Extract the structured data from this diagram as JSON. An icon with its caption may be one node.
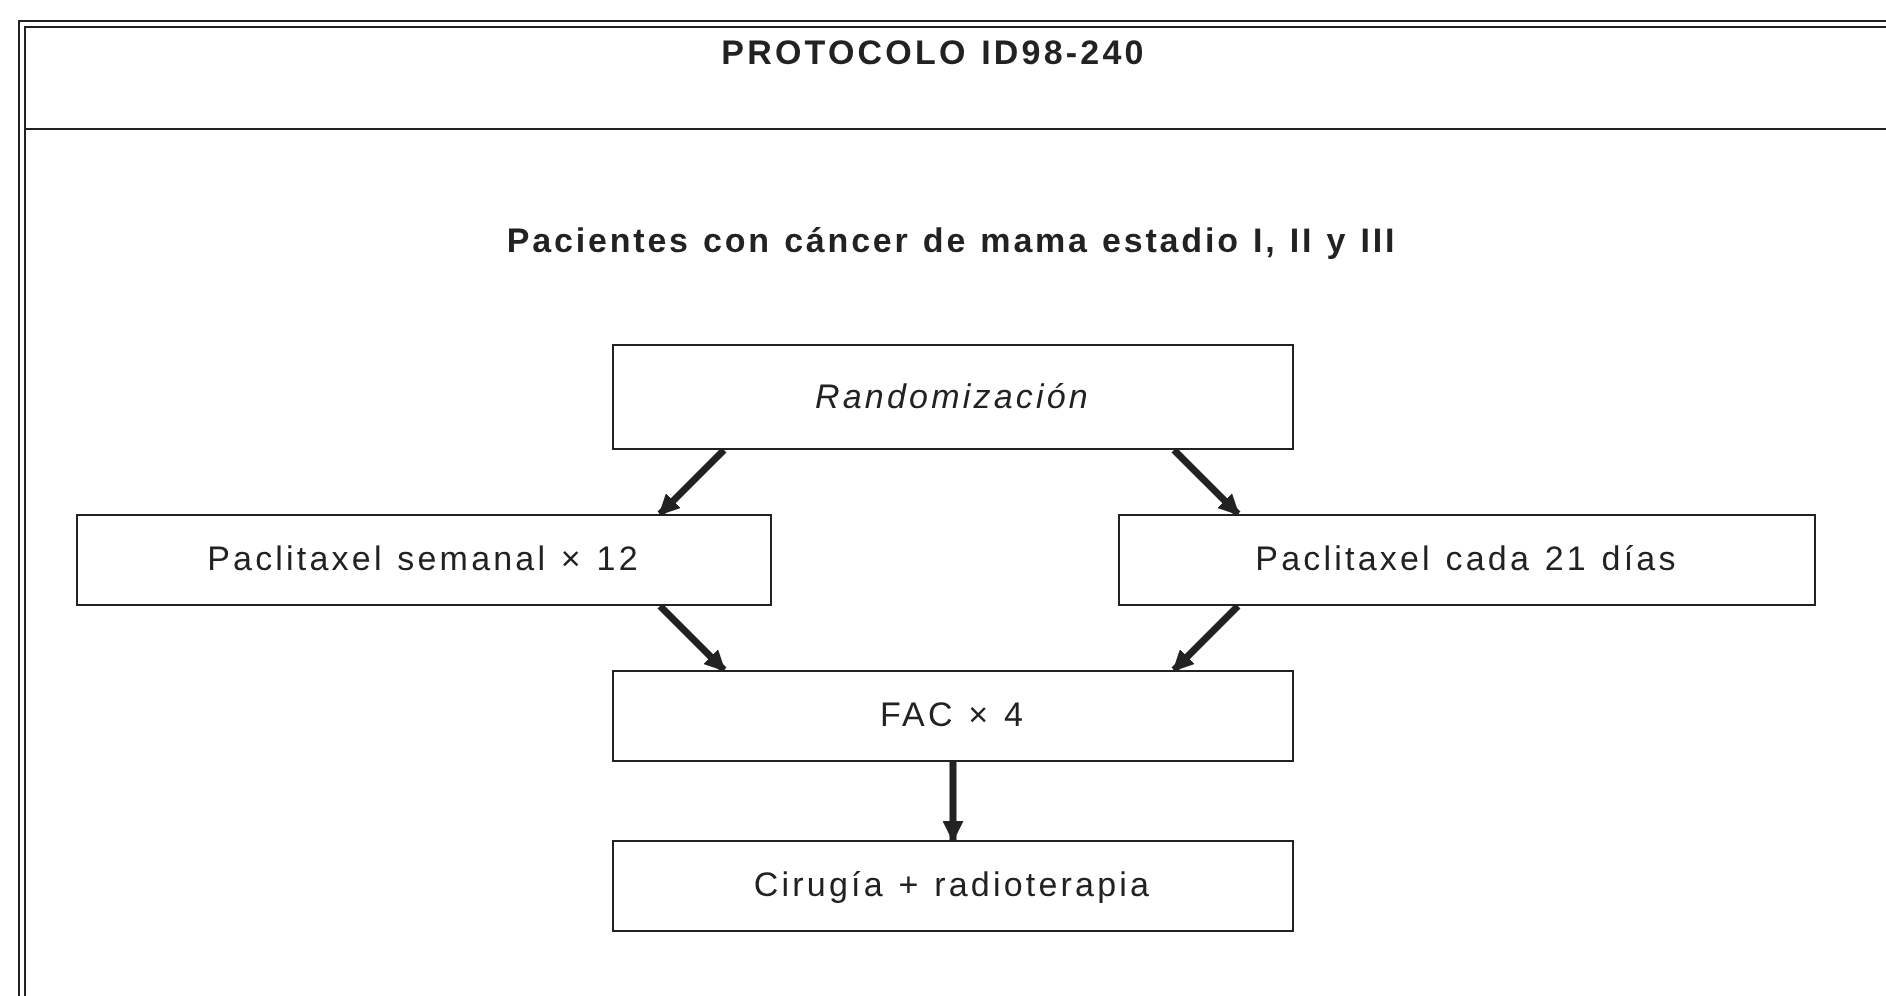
{
  "diagram": {
    "title": "PROTOCOLO ID98-240",
    "nodes": [
      {
        "text": [
          "*Randomización*"
        ]
      },
      {
        "text": [
          "Paclitaxel semanal × 12"
        ]
      },
      {
        "text": [
          "Paclitaxel cada 21 días"
        ]
      },
      {
        "text": [
          "FAC × 4"
        ]
      },
      {
        "text": [
          "Cirugía + radioterapia"
        ]
      }
    ],
    "edges": [
      {
        "from": 0,
        "to": 1,
        "arrow": "to"
      },
      {
        "from": 0,
        "to": 2,
        "arrow": "to"
      },
      {
        "from": 1,
        "to": 3,
        "arrow": "to"
      },
      {
        "from": 2,
        "to": 3,
        "arrow": "to"
      },
      {
        "from": 3,
        "to": 4,
        "arrow": "to"
      }
    ],
    "labels": [
      "Pacientes con cáncer de mama estadio I, II y III"
    ]
  }
}
